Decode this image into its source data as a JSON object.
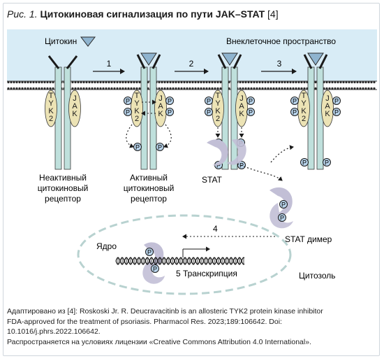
{
  "figure": {
    "label": "Рис. 1.",
    "title": "Цитокиновая сигнализация по пути JAK–STAT",
    "ref": "[4]"
  },
  "labels": {
    "cytokine": "Цитокин",
    "extracellular": "Внеклеточное пространство",
    "tyk2": "TYK2",
    "jak": "JAK",
    "phospho": "P",
    "step1": "1",
    "step2": "2",
    "step3": "3",
    "step4": "4",
    "inactive": [
      "Неактивный",
      "цитокиновый",
      "рецептор"
    ],
    "active": [
      "Активный",
      "цитокиновый",
      "рецептор"
    ],
    "stat": "STAT",
    "stat_dimer": "STAT димер",
    "nucleus": "Ядро",
    "transcription": "5 Транскрипция",
    "cytosol": "Цитозоль"
  },
  "caption": {
    "line1": "Адаптировано из [4]: Roskoski Jr. R. Deucravacitinb is an allosteric TYK2 protein kinase inhibitor",
    "line2": "FDA-approved for the treatment of psoriasis. Pharmacol Res. 2023;189:106642. Doi:",
    "line3": "10.1016/j.phrs.2022.106642.",
    "line4": "Распространяется на условиях лицензии «Creative Commons Attribution 4.0 International»."
  },
  "colors": {
    "extracellular_bg": "#d8ecf6",
    "receptor": "#bfe0dc",
    "kinase": "#ece3b5",
    "phospho": "#b8d3ea",
    "stat": "#c2bfd6",
    "cytokine": "#8fb4cf",
    "nucleus_dash": "#b8d2d0"
  }
}
